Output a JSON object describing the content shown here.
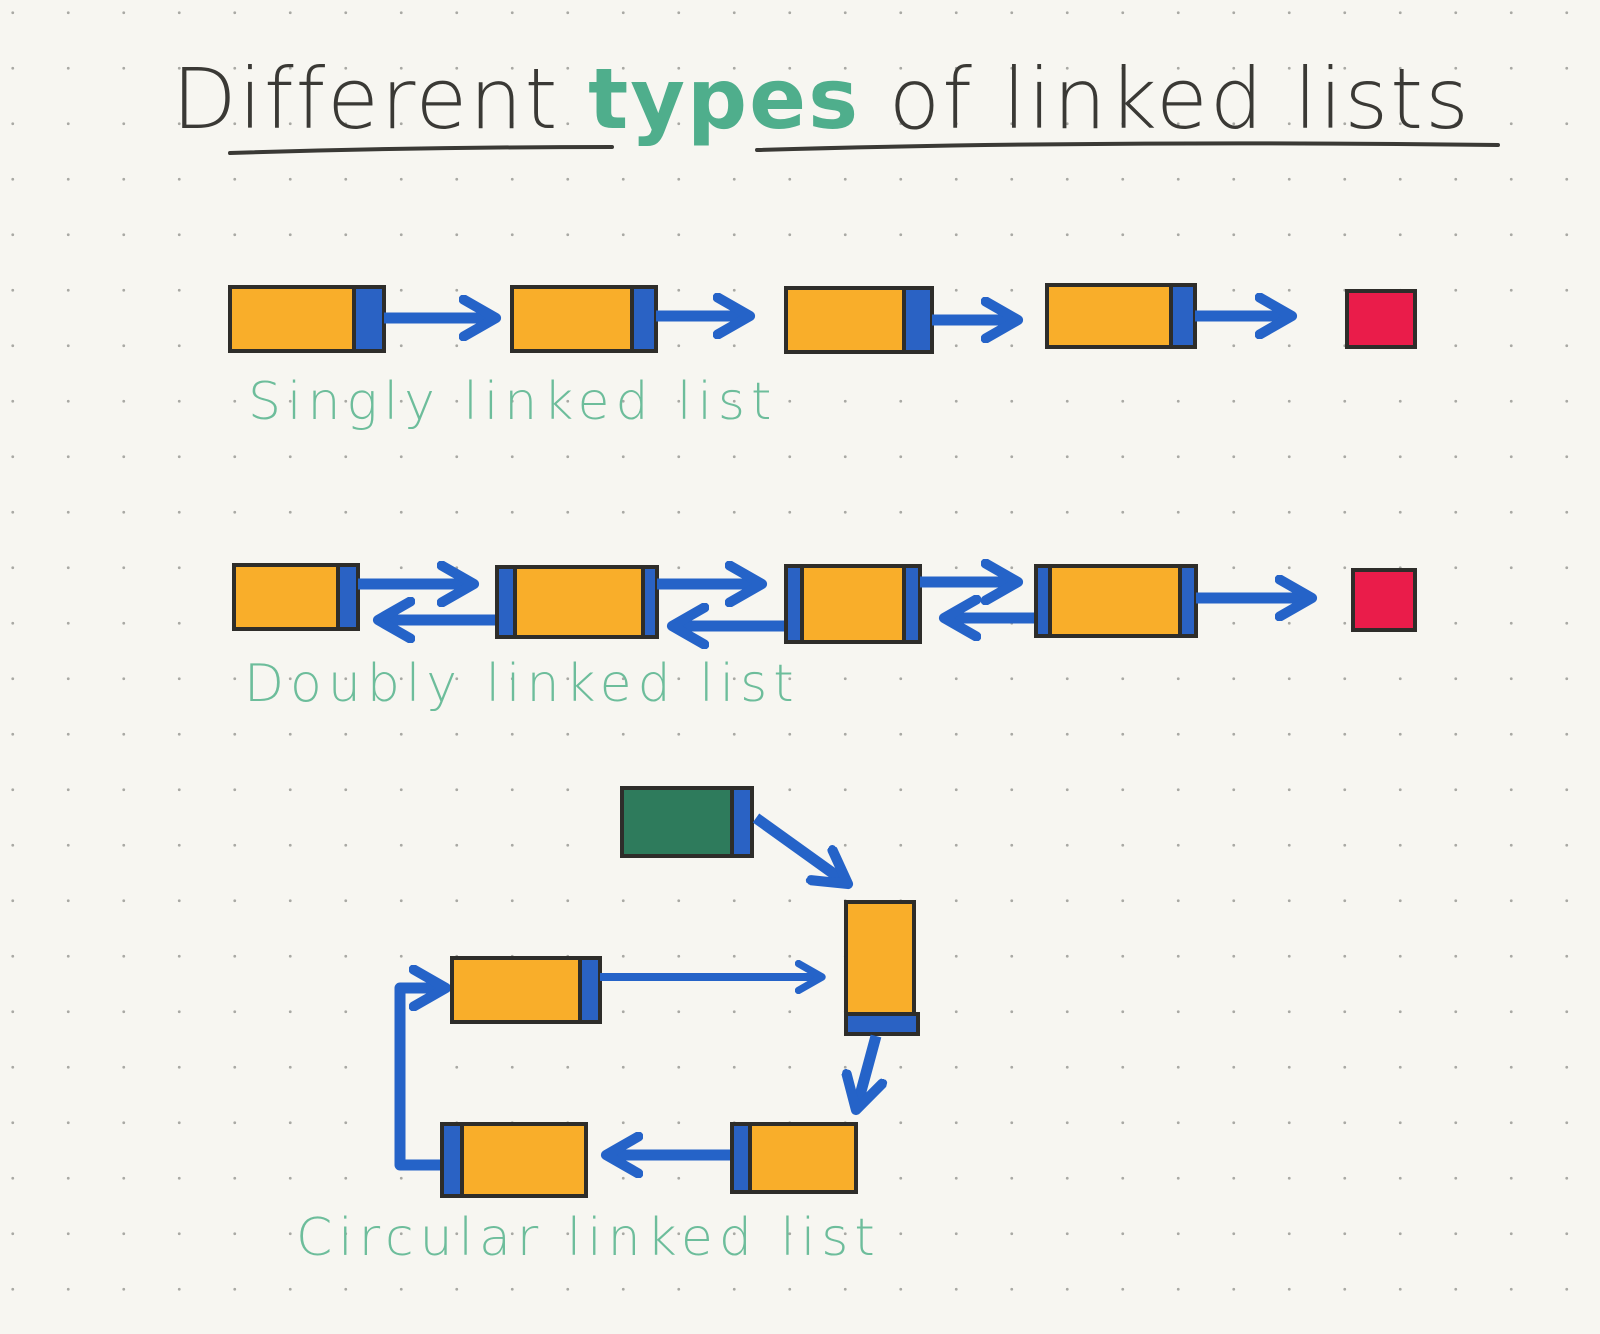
{
  "title": {
    "prefix": "Different ",
    "accent": "types",
    "suffix": " of  linked  lists",
    "accent_color": "#4fae8c"
  },
  "colors": {
    "node_fill": "#f9ae2a",
    "pointer_fill": "#2a62c4",
    "null_fill": "#ea1c4a",
    "head_fill": "#2e7b5c",
    "arrow": "#2563c8",
    "outline": "#2e2d2a",
    "label": "#6dbd9b",
    "paper": "#f7f6f1"
  },
  "diagrams": [
    {
      "type": "singly",
      "label": "Singly  linked  list",
      "nodes": 4,
      "terminal": "null-square"
    },
    {
      "type": "doubly",
      "label": "Doubly  linked  list",
      "nodes": 4,
      "terminal": "null-square"
    },
    {
      "type": "circular",
      "label": "Circular  linked  list",
      "nodes": 4,
      "head": "head-node"
    }
  ]
}
